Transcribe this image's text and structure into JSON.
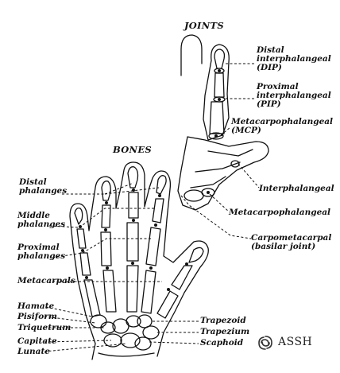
{
  "headers": {
    "joints": "JOINTS",
    "bones": "BONES"
  },
  "joint_labels": {
    "dip": "Distal\ninterphalangeal\n(DIP)",
    "pip": "Proximal\ninterphalangeal\n(PIP)",
    "mcp": "Metacarpophalangeal\n(MCP)",
    "thumb_ip": "Interphalangeal",
    "thumb_mcp": "Metacarpophalangeal",
    "cmc": "Carpometacarpal\n(basilar joint)"
  },
  "bone_labels": {
    "distal": "Distal\nphalanges",
    "middle": "Middle\nphalanges",
    "proximal": "Proximal\nphalanges",
    "metacarpals": "Metacarpals",
    "hamate": "Hamate",
    "pisiform": "Pisiform",
    "triquetrum": "Triquetrum",
    "capitate": "Capitate",
    "lunate": "Lunate",
    "trapezoid": "Trapezoid",
    "trapezium": "Trapezium",
    "scaphoid": "Scaphoid"
  },
  "logo": {
    "text": "ASSH",
    "icon": "assh-swirl-icon"
  }
}
